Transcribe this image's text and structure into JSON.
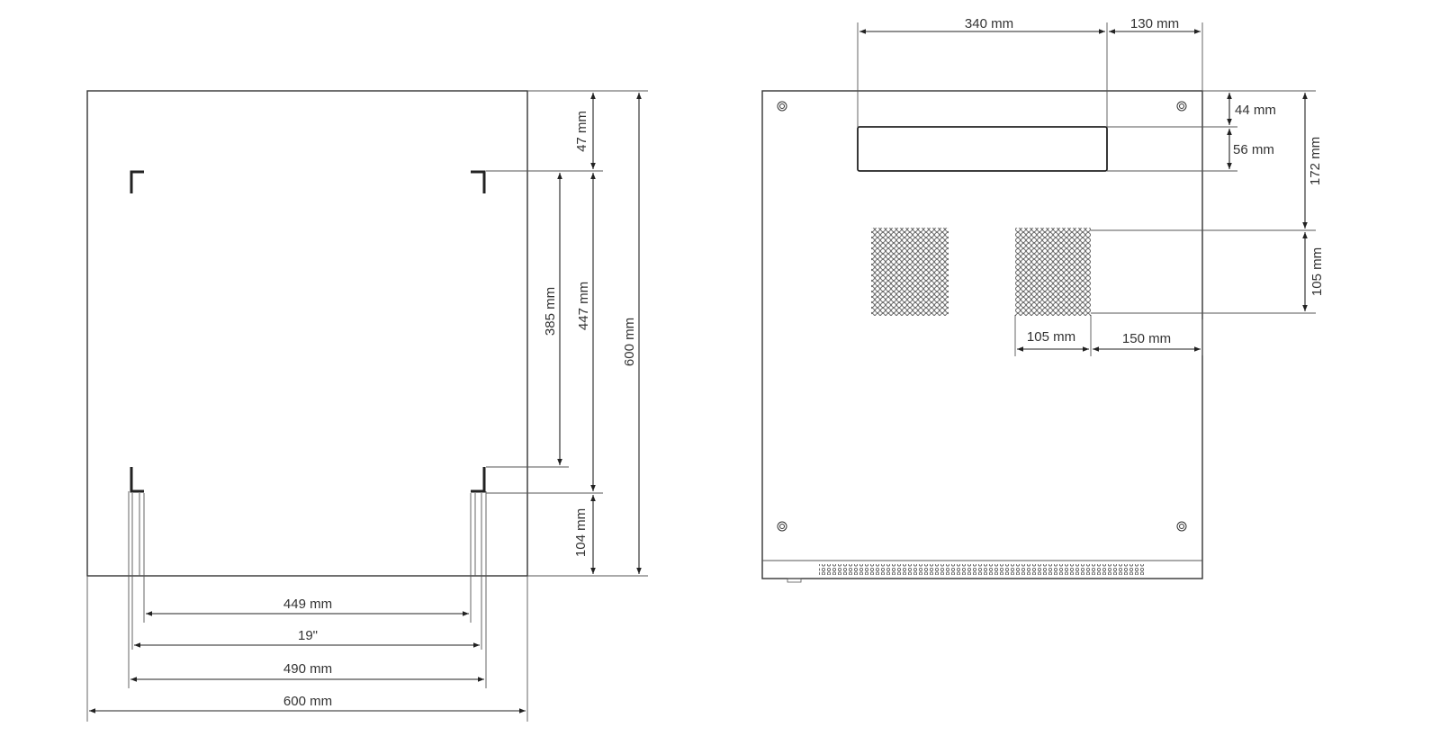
{
  "side_view": {
    "labels": {
      "top_offset": "47 mm",
      "rail_span": "447 mm",
      "bracket_span": "385 mm",
      "bottom_offset": "104 mm",
      "depth": "600 mm",
      "inner_width": "449 mm",
      "rack_width": "19\"",
      "rail_width": "490 mm",
      "outer_width": "600 mm"
    }
  },
  "front_view": {
    "labels": {
      "slot_width": "340 mm",
      "slot_right_offset": "130 mm",
      "slot_top_offset": "44 mm",
      "slot_height": "56 mm",
      "grille_top_offset": "172 mm",
      "grille_height": "105 mm",
      "grille_width": "105 mm",
      "grille_right_offset": "150 mm"
    }
  },
  "colors": {
    "line": "#333333",
    "background": "#ffffff"
  }
}
